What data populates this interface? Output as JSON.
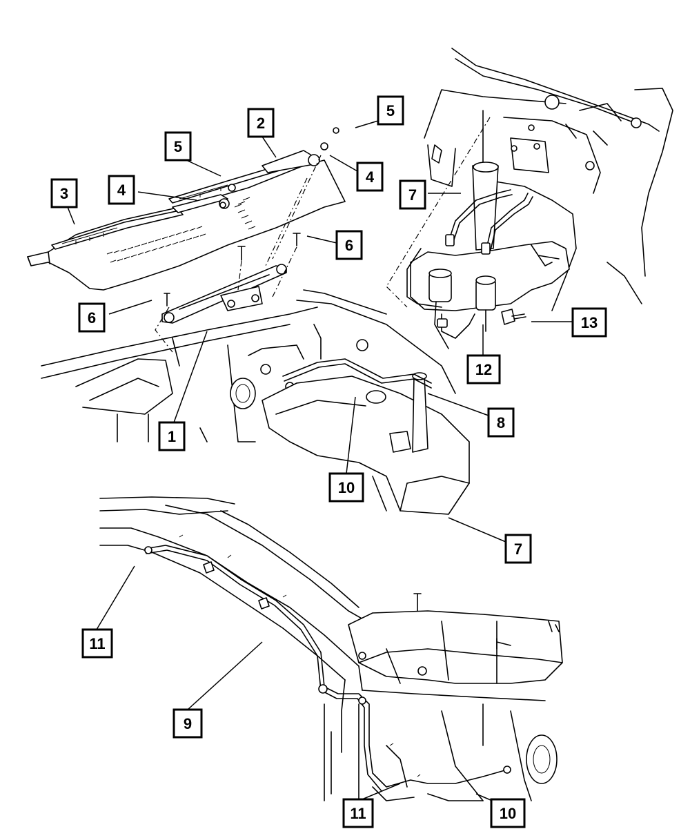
{
  "callouts": [
    {
      "id": "c-1a",
      "label": "1"
    },
    {
      "id": "c-2a",
      "label": "2"
    },
    {
      "id": "c-3a",
      "label": "3"
    },
    {
      "id": "c-4a",
      "label": "4"
    },
    {
      "id": "c-4b",
      "label": "4"
    },
    {
      "id": "c-5a",
      "label": "5"
    },
    {
      "id": "c-5b",
      "label": "5"
    },
    {
      "id": "c-6a",
      "label": "6"
    },
    {
      "id": "c-6b",
      "label": "6"
    },
    {
      "id": "c-7a",
      "label": "7"
    },
    {
      "id": "c-7b",
      "label": "7"
    },
    {
      "id": "c-8a",
      "label": "8"
    },
    {
      "id": "c-9a",
      "label": "9"
    },
    {
      "id": "c-10a",
      "label": "10"
    },
    {
      "id": "c-10b",
      "label": "10"
    },
    {
      "id": "c-11a",
      "label": "11"
    },
    {
      "id": "c-11b",
      "label": "11"
    },
    {
      "id": "c-12a",
      "label": "12"
    },
    {
      "id": "c-13a",
      "label": "13"
    }
  ]
}
